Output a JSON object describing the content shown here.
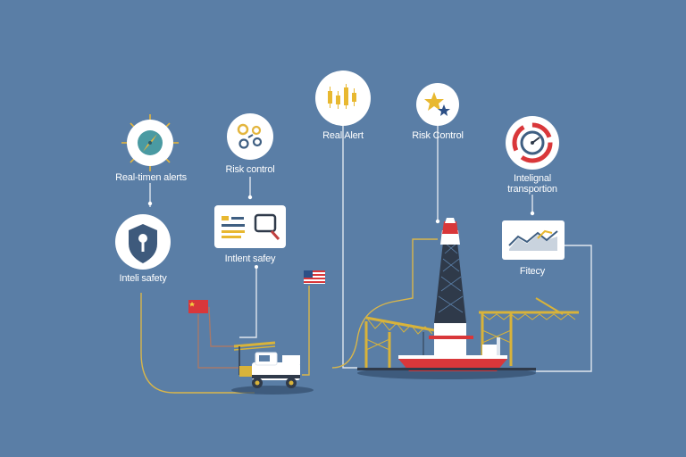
{
  "colors": {
    "background": "#5a7ea6",
    "line_yellow": "#d9b64a",
    "line_white": "#dfe6ee",
    "line_brown": "#a6786a",
    "crane_yellow": "#d8b33a",
    "rig_red": "#d9373a",
    "rig_dark": "#2f3a4a",
    "node_bg": "#ffffff"
  },
  "nodes": {
    "realtime_alerts": {
      "label": "Real-timen alerts",
      "icon": "compass-icon"
    },
    "risk_control_small": {
      "label": "Risk control",
      "icon": "gears-icon"
    },
    "real_alert": {
      "label": "Real Alert",
      "icon": "candlestick-icon"
    },
    "risk_control": {
      "label": "Risk Control",
      "icon": "stars-icon"
    },
    "intelligent_transportation": {
      "label": "Intelignal transportion",
      "icon": "gauge-icon"
    },
    "intelligent_safety": {
      "label": "Inteli safety",
      "icon": "shield-icon"
    },
    "intelligent_safety_panel": {
      "label": "Intlent safey",
      "icon": "magnifier-panel-icon"
    },
    "efficiency_panel": {
      "label": "Fitecy",
      "icon": "line-chart-icon"
    }
  },
  "scene": {
    "flags": [
      "china-flag-icon",
      "usa-flag-icon"
    ],
    "vehicles": [
      "crane-truck-icon"
    ],
    "structures": [
      "drilling-rig-icon",
      "gantry-crane-icon",
      "cargo-ship-icon"
    ]
  }
}
